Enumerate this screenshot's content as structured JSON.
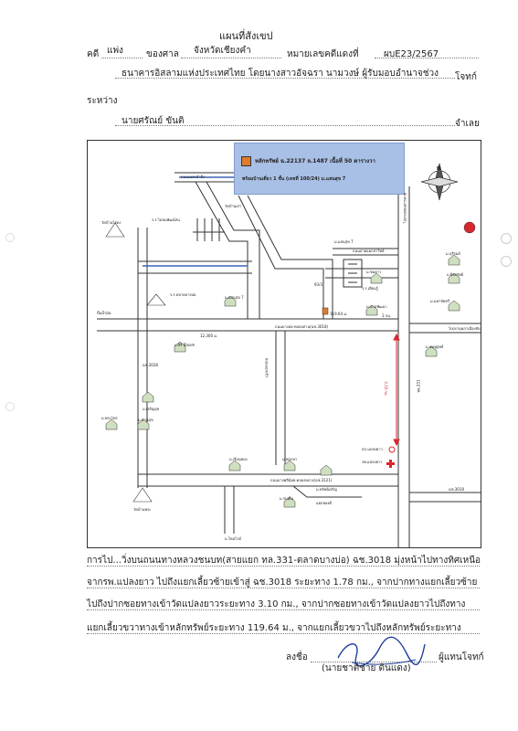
{
  "header": {
    "title": "แผนที่สังเขป",
    "case_prefix": "คดี",
    "case_type": "แพ่ง",
    "court_label": "ของศาล",
    "court_name": "จังหวัดเชียงคำ",
    "black_case_label": "หมายเลขคดีแดงที่",
    "black_case_no": "ผบE23/2567",
    "plaintiff": "ธนาคารอิสลามแห่งประเทศไทย โดยนางสาวอัจฉรา นามวงษ์ ผู้รับมอบอำนาจช่วง",
    "plaintiff_role": "โจทก์",
    "between": "ระหว่าง",
    "defendant": "นายศรัณย์ ขันติ",
    "defendant_role": "จำเลย"
  },
  "map": {
    "callout_line1": "หลักทรัพย์ ฉ.22137 ล.1487 เนื้อที่ 50 ตารางวา",
    "callout_line2": "พร้อมบ้านเดี่ยว 1 ชั้น (เลขที่ 100/24) ม.แสนสุข 7",
    "labels": {
      "road_top": "ถนนแยกเข้าถึง",
      "school_rv": "ร.ร.ไม่ลมพัฒน์สน",
      "wat_ban_rai": "วัดบ้านไร่ดง",
      "wat_ban_kao": "วัดบ้านเก่า",
      "road_mid": "ถนนลาดแยกสาวิทย์",
      "market": "ร.ร.ตลาดบางบ่อ",
      "gas": "ปั้มน้ำมัน",
      "moo_saensuk7": "ม.แสนสุข 7",
      "moo_saensuk7b": "ม.แสนสุข 7",
      "n93": "93/3",
      "n119": "119.64 ม.",
      "temple_sign": "ร.ร.เยียนรู้",
      "moo_nuan": "ม.นวลพัฒนา",
      "n1": "1 กม.",
      "road_main": "ถนนบางบ่อ-คลองด่าน(ฉช.3018)",
      "dist_1780": "12,300 ม.",
      "moo_chomdao": "ม.ชมดาว",
      "moo_yingsap": "ม.ยิ่งทรัพย์",
      "moo_mahal": "ม.มหาลัยทวี",
      "moo_siri": "ม.สิริ Bloom",
      "ch3028": "ฉช.3028",
      "moo_s": "ม.เจริญสุข",
      "moo_prea": "ม.พระไทร",
      "moo_baan": "ม.บ้านสุข",
      "moo_ruan": "ม.เรือนทอง",
      "moo_pruks": "ม.พฤกษา",
      "moo_chom": "ม.ชมพูสุทธ์",
      "moo_buri": "ม.บุรีรมย์",
      "moo_sap": "ม.ทรัพย์เจริญ",
      "moo_south": "ม.ร่มเย็น",
      "road_south": "ถนนบางพลีน้อย-คลองหลวง(ฉช.3121)",
      "dist_310": "3.10 กม.",
      "hospital": "รพ.แปลงยาว",
      "police": "สภ.แปลงยาว",
      "ch3121": "ฉช.3018",
      "ch331": "ทล.331",
      "nprae": "ถนนแยกเข้า",
      "right_top": "ไปทางพนมสารคาม",
      "right_mid": "ไปเขานพภาเมืองชัย",
      "wat_south": "วัดบ้านพระ",
      "cross_south": "แยกทองดี",
      "moo_south2": "ม.ใหม่ไวด์",
      "north": "N"
    }
  },
  "directions": {
    "line1": "การไป...วิ่งบนถนนทางหลวงชนบท(สายแยก ทล.331-ตลาดบางบ่อ) ฉช.3018 มุ่งหน้าไปทางทิศเหนือ",
    "line2": "จากรพ.แปลงยาว ไปถึงแยกเลี้ยวซ้ายเข้าสู่ ฉช.3018 ระยะทาง 1.78 กม., จากปากทางแยกเลี้ยวซ้าย",
    "line3": "ไปถึงปากซอยทางเข้าวัดแปลงยาวระยะทาง 3.10 กม., จากปากซอยทางเข้าวัดแปลงยาวไปถึงทาง",
    "line4": "แยกเลี้ยวขวาทางเข้าหลักทรัพย์ระยะทาง 119.64 ม., จากแยกเลี้ยวขวาไปถึงหลักทรัพย์ระยะทาง"
  },
  "signature": {
    "prefix": "ลงชื่อ",
    "name": "(นายชาติชาย ดินแดง)",
    "role": "ผู้แทนโจทก์"
  },
  "colors": {
    "callout_bg": "#a9c0e6",
    "property_marker": "#e07a2e",
    "distance_red": "#d9262c",
    "hole_ring": "#cccccc"
  }
}
